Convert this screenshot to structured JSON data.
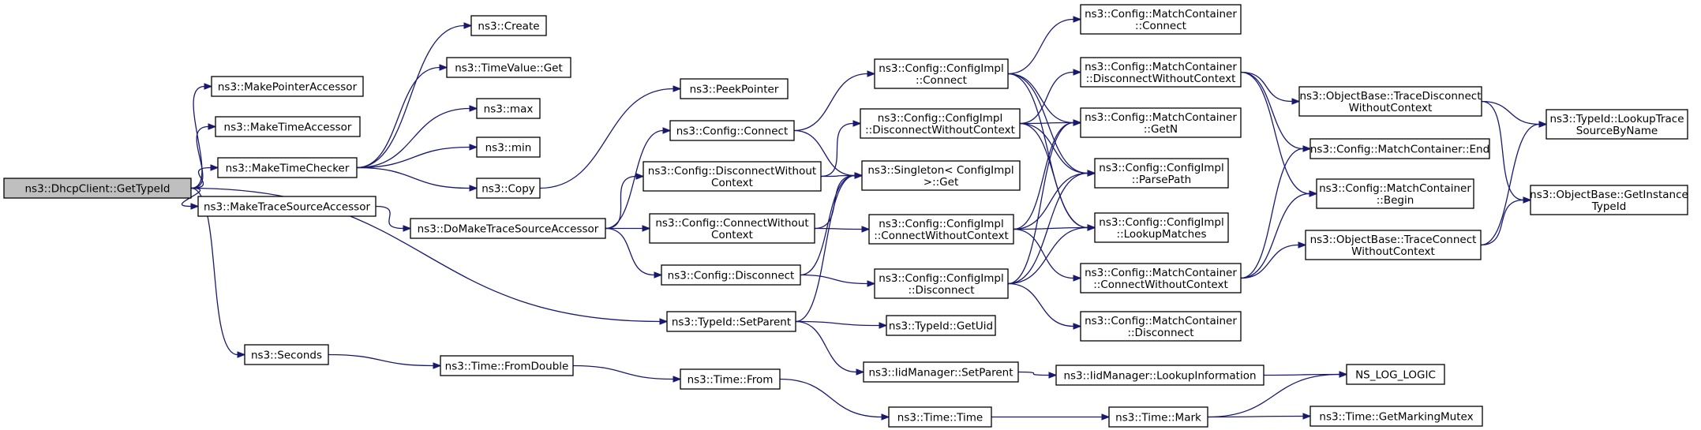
{
  "colors": {
    "edge": "#191970",
    "root_fill": "#bfbfbf",
    "node_fill": "#ffffff",
    "border": "#000000"
  },
  "nodes": [
    {
      "id": "root",
      "lines": [
        "ns3::DhcpClient::GetTypeId"
      ],
      "root": true
    },
    {
      "id": "mpa",
      "lines": [
        "ns3::MakePointerAccessor"
      ]
    },
    {
      "id": "mta",
      "lines": [
        "ns3::MakeTimeAccessor"
      ]
    },
    {
      "id": "mtc",
      "lines": [
        "ns3::MakeTimeChecker"
      ]
    },
    {
      "id": "mtsa",
      "lines": [
        "ns3::MakeTraceSourceAccessor"
      ]
    },
    {
      "id": "sec",
      "lines": [
        "ns3::Seconds"
      ]
    },
    {
      "id": "create",
      "lines": [
        "ns3::Create"
      ]
    },
    {
      "id": "tvget",
      "lines": [
        "ns3::TimeValue::Get"
      ]
    },
    {
      "id": "max",
      "lines": [
        "ns3::max"
      ]
    },
    {
      "id": "min",
      "lines": [
        "ns3::min"
      ]
    },
    {
      "id": "copy",
      "lines": [
        "ns3::Copy"
      ]
    },
    {
      "id": "peek",
      "lines": [
        "ns3::PeekPointer"
      ]
    },
    {
      "id": "dmtsa",
      "lines": [
        "ns3::DoMakeTraceSourceAccessor"
      ]
    },
    {
      "id": "cconn",
      "lines": [
        "ns3::Config::Connect"
      ]
    },
    {
      "id": "cdwc",
      "lines": [
        "ns3::Config::DisconnectWithout",
        "Context"
      ]
    },
    {
      "id": "ccwc",
      "lines": [
        "ns3::Config::ConnectWithout",
        "Context"
      ]
    },
    {
      "id": "cdisc",
      "lines": [
        "ns3::Config::Disconnect"
      ]
    },
    {
      "id": "tidsp",
      "lines": [
        "ns3::TypeId::SetParent"
      ]
    },
    {
      "id": "tfd",
      "lines": [
        "ns3::Time::FromDouble"
      ]
    },
    {
      "id": "tfrom",
      "lines": [
        "ns3::Time::From"
      ]
    },
    {
      "id": "ccic",
      "lines": [
        "ns3::Config::ConfigImpl",
        "::Connect"
      ]
    },
    {
      "id": "ccidwc",
      "lines": [
        "ns3::Config::ConfigImpl",
        "::DisconnectWithoutContext"
      ]
    },
    {
      "id": "sget",
      "lines": [
        "ns3::Singleton< ConfigImpl",
        ">::Get"
      ]
    },
    {
      "id": "ccicwc",
      "lines": [
        "ns3::Config::ConfigImpl",
        "::ConnectWithoutContext"
      ]
    },
    {
      "id": "ccid",
      "lines": [
        "ns3::Config::ConfigImpl",
        "::Disconnect"
      ]
    },
    {
      "id": "tguid",
      "lines": [
        "ns3::TypeId::GetUid"
      ]
    },
    {
      "id": "iimsp",
      "lines": [
        "ns3::IidManager::SetParent"
      ]
    },
    {
      "id": "ttime",
      "lines": [
        "ns3::Time::Time"
      ]
    },
    {
      "id": "mcconn",
      "lines": [
        "ns3::Config::MatchContainer",
        "::Connect"
      ]
    },
    {
      "id": "mcdwc",
      "lines": [
        "ns3::Config::MatchContainer",
        "::DisconnectWithoutContext"
      ]
    },
    {
      "id": "mcgetn",
      "lines": [
        "ns3::Config::MatchContainer",
        "::GetN"
      ]
    },
    {
      "id": "ccipp",
      "lines": [
        "ns3::Config::ConfigImpl",
        "::ParsePath"
      ]
    },
    {
      "id": "ccilm",
      "lines": [
        "ns3::Config::ConfigImpl",
        "::LookupMatches"
      ]
    },
    {
      "id": "mccwc",
      "lines": [
        "ns3::Config::MatchContainer",
        "::ConnectWithoutContext"
      ]
    },
    {
      "id": "mcdisc",
      "lines": [
        "ns3::Config::MatchContainer",
        "::Disconnect"
      ]
    },
    {
      "id": "iimli",
      "lines": [
        "ns3::IidManager::LookupInformation"
      ]
    },
    {
      "id": "tmark",
      "lines": [
        "ns3::Time::Mark"
      ]
    },
    {
      "id": "obtdwc",
      "lines": [
        "ns3::ObjectBase::TraceDisconnect",
        "WithoutContext"
      ]
    },
    {
      "id": "mcend",
      "lines": [
        "ns3::Config::MatchContainer::End"
      ]
    },
    {
      "id": "mcbegin",
      "lines": [
        "ns3::Config::MatchContainer",
        "::Begin"
      ]
    },
    {
      "id": "obtcwc",
      "lines": [
        "ns3::ObjectBase::TraceConnect",
        "WithoutContext"
      ]
    },
    {
      "id": "nslog",
      "lines": [
        "NS_LOG_LOGIC"
      ]
    },
    {
      "id": "tgmm",
      "lines": [
        "ns3::Time::GetMarkingMutex"
      ]
    },
    {
      "id": "tidlts",
      "lines": [
        "ns3::TypeId::LookupTrace",
        "SourceByName"
      ]
    },
    {
      "id": "obgit",
      "lines": [
        "ns3::ObjectBase::GetInstance",
        "TypeId"
      ]
    }
  ]
}
